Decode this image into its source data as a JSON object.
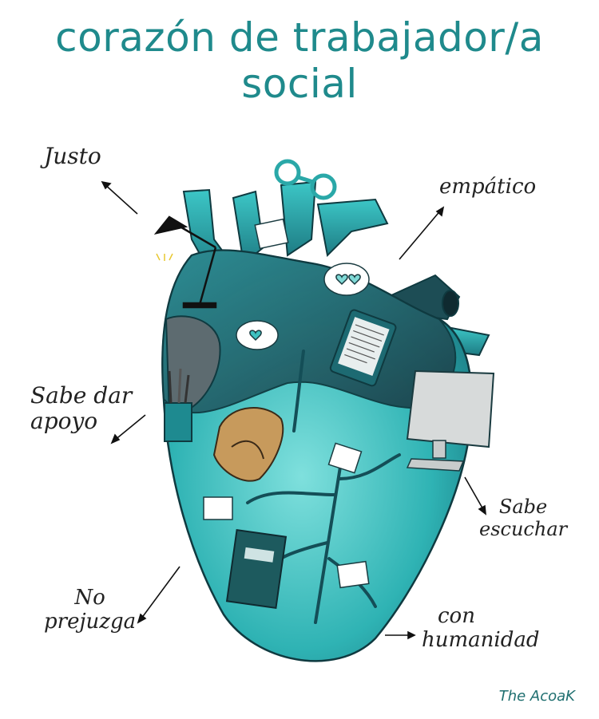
{
  "title": "corazón de trabajador/a social",
  "labels": {
    "justo": "Justo",
    "empatico": "empático",
    "sabe_dar_line1": "Sabe dar",
    "sabe_dar_line2": "apoyo",
    "sabe_escuchar_line1": "Sabe",
    "sabe_escuchar_line2": "escuchar",
    "no_prejuzga_line1": "No",
    "no_prejuzga_line2": "prejuzga",
    "con_humanidad_line1": "con",
    "con_humanidad_line2": "humanidad"
  },
  "credit": "The AcoaK",
  "colors": {
    "title": "#1f8a8c",
    "heart_main": "#2fb3b4",
    "heart_dark": "#1d4d55",
    "heart_light": "#7fd9d6"
  }
}
